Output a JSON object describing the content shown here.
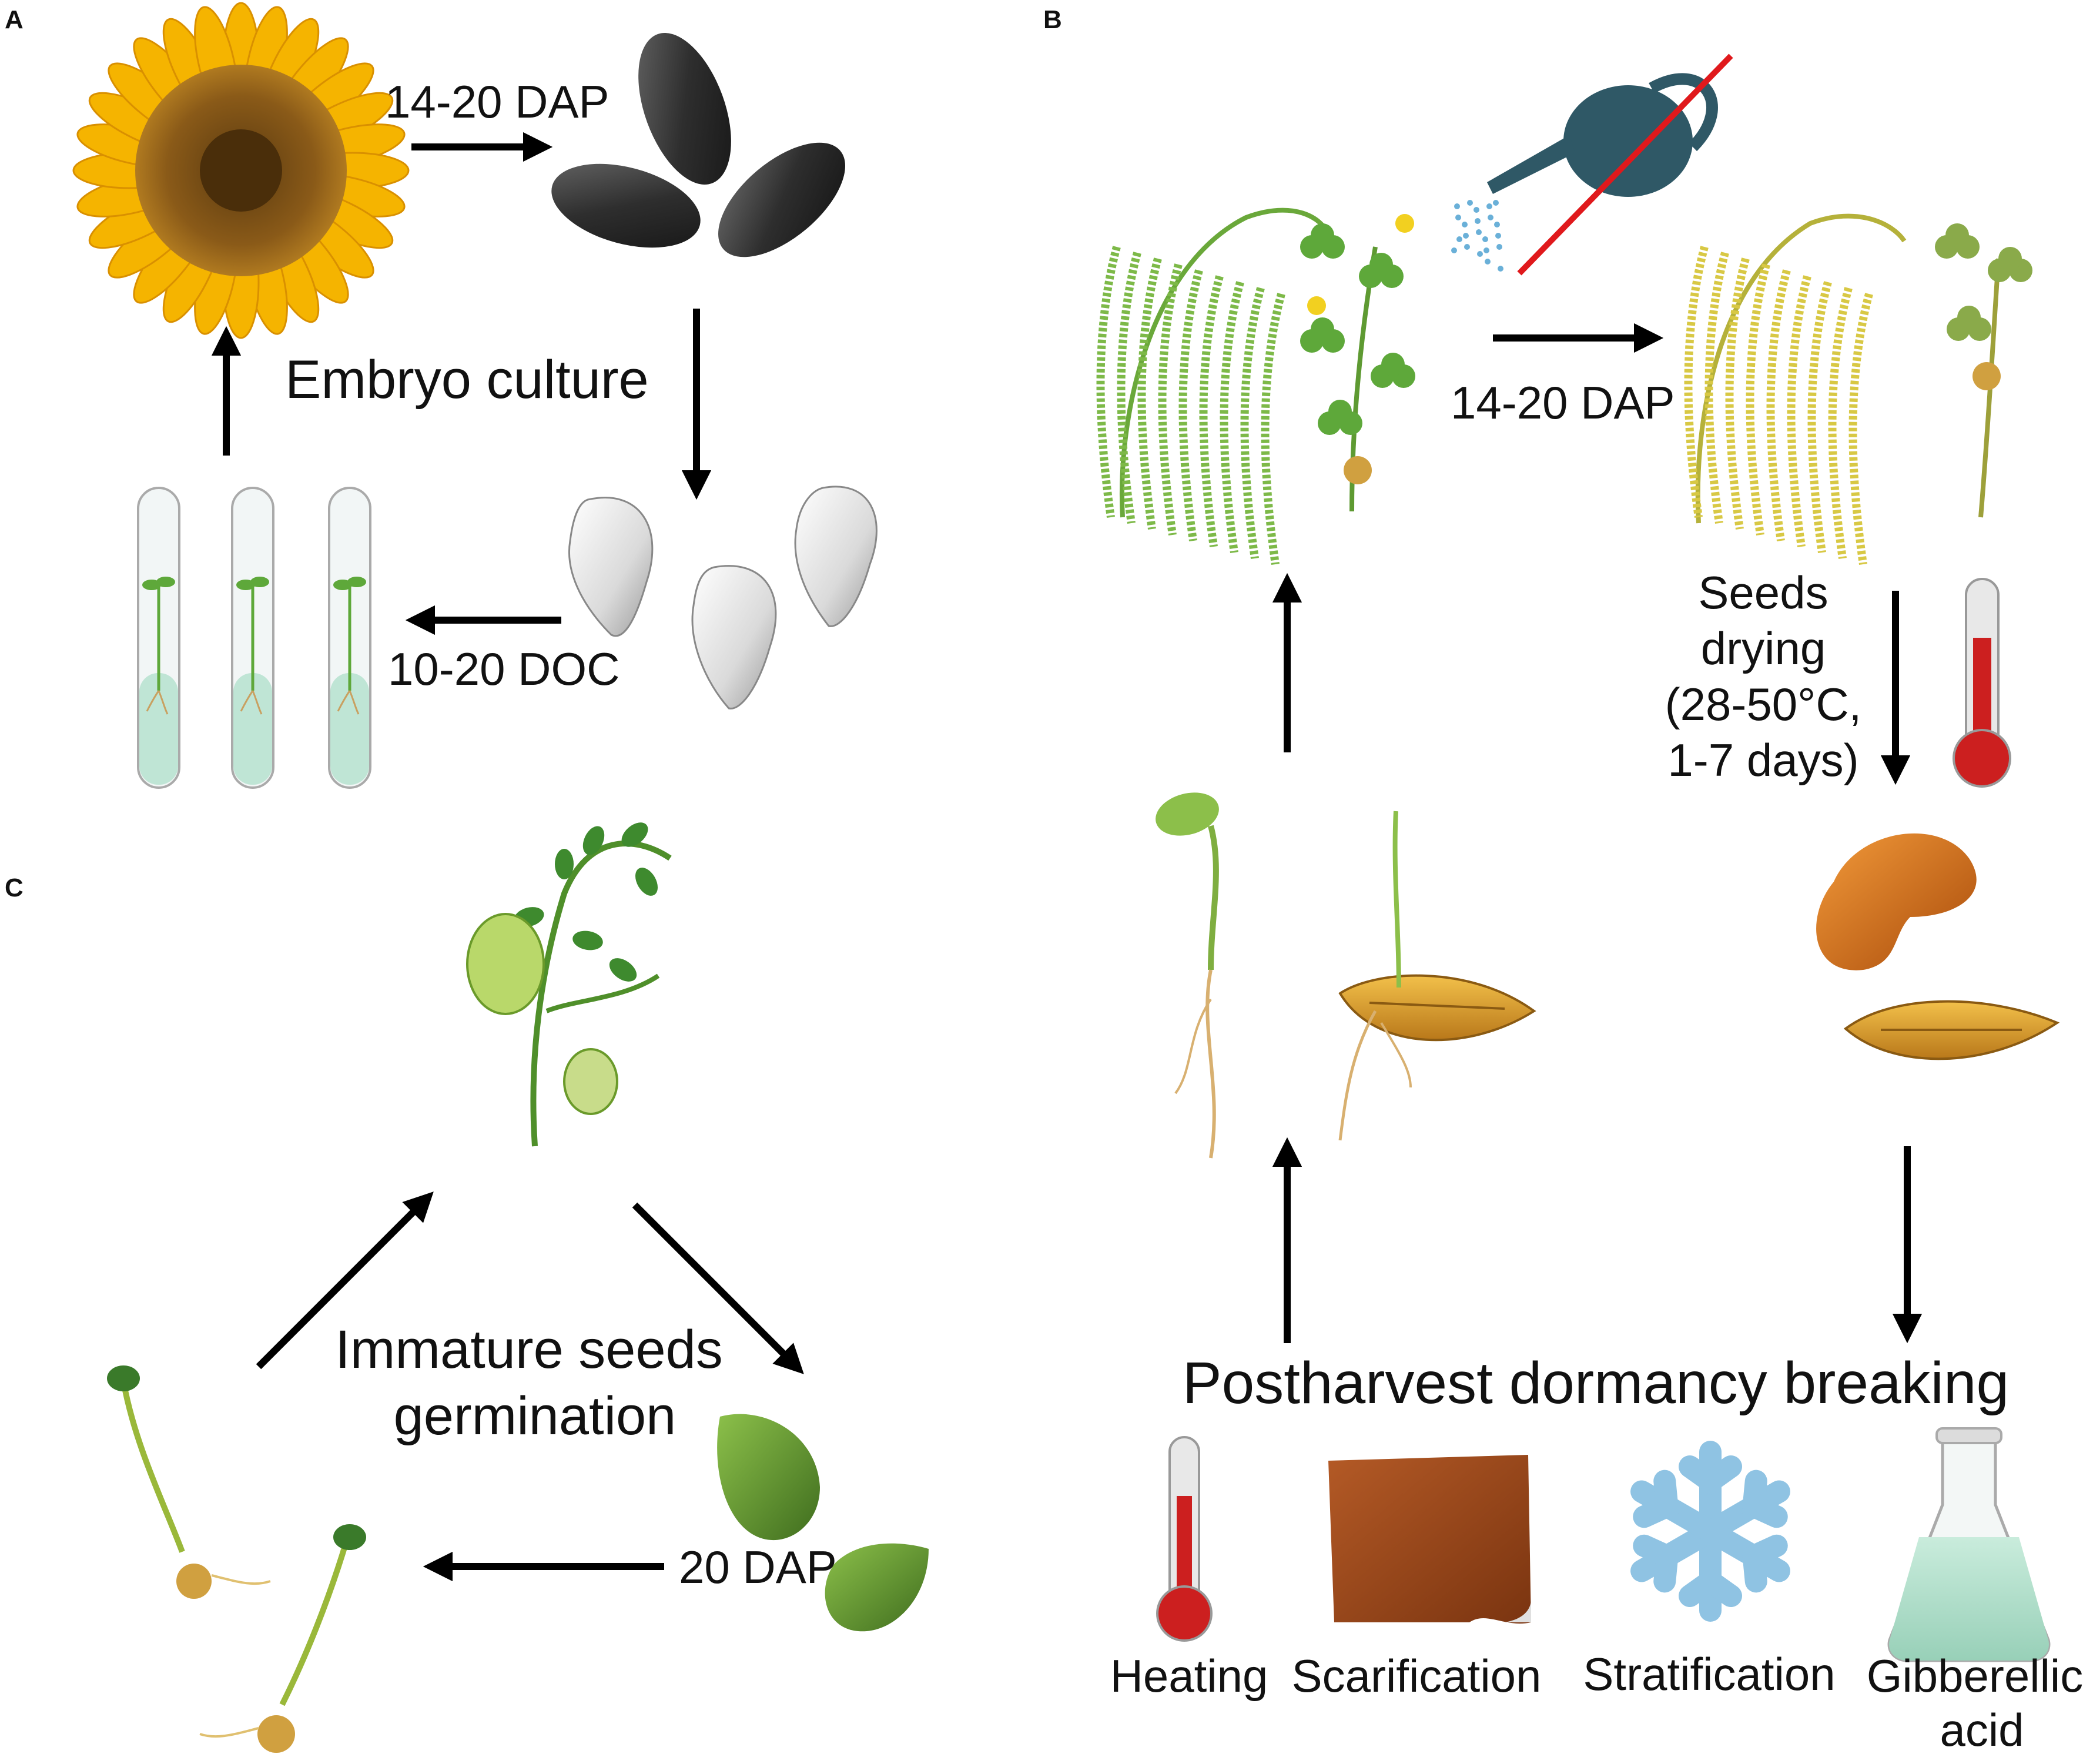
{
  "panels": {
    "a": {
      "letter": "A",
      "title": "Embryo culture",
      "label_dap": "14-20 DAP",
      "label_doc": "10-20 DOC"
    },
    "b": {
      "letter": "B",
      "label_dap": "14-20 DAP",
      "drying": [
        "Seeds",
        "drying",
        "(28-50°C,",
        "1-7 days)"
      ],
      "title": "Postharvest dormancy breaking",
      "methods": [
        "Heating",
        "Scarification",
        "Stratification",
        "Gibberellic",
        "acid"
      ]
    },
    "c": {
      "letter": "C",
      "title_line1": "Immature seeds",
      "title_line2": "germination",
      "label_dap": "20 DAP"
    }
  },
  "icons": [
    "sunflower-icon",
    "sunflower-seed-icon",
    "white-seed-icon",
    "test-tube-seedling-icon",
    "watering-can-crossed-icon",
    "green-plants-icon",
    "yellow-plants-icon",
    "thermometer-icon",
    "bean-seed-icon",
    "rice-grain-icon",
    "seedling-icon",
    "sandpaper-icon",
    "snowflake-icon",
    "flask-icon",
    "chickpea-plant-icon",
    "green-pod-icon",
    "chickpea-seedling-icon"
  ],
  "colors": {
    "petal": "#f5b400",
    "disc": "#7a4a12",
    "leaf": "#5ea83a",
    "seed_dark": "#333333",
    "mercury": "#cc1f1f",
    "ice": "#8fc3e3",
    "liquid": "#bfe5d5",
    "cross": "#e0191c",
    "arrow": "#000000"
  }
}
